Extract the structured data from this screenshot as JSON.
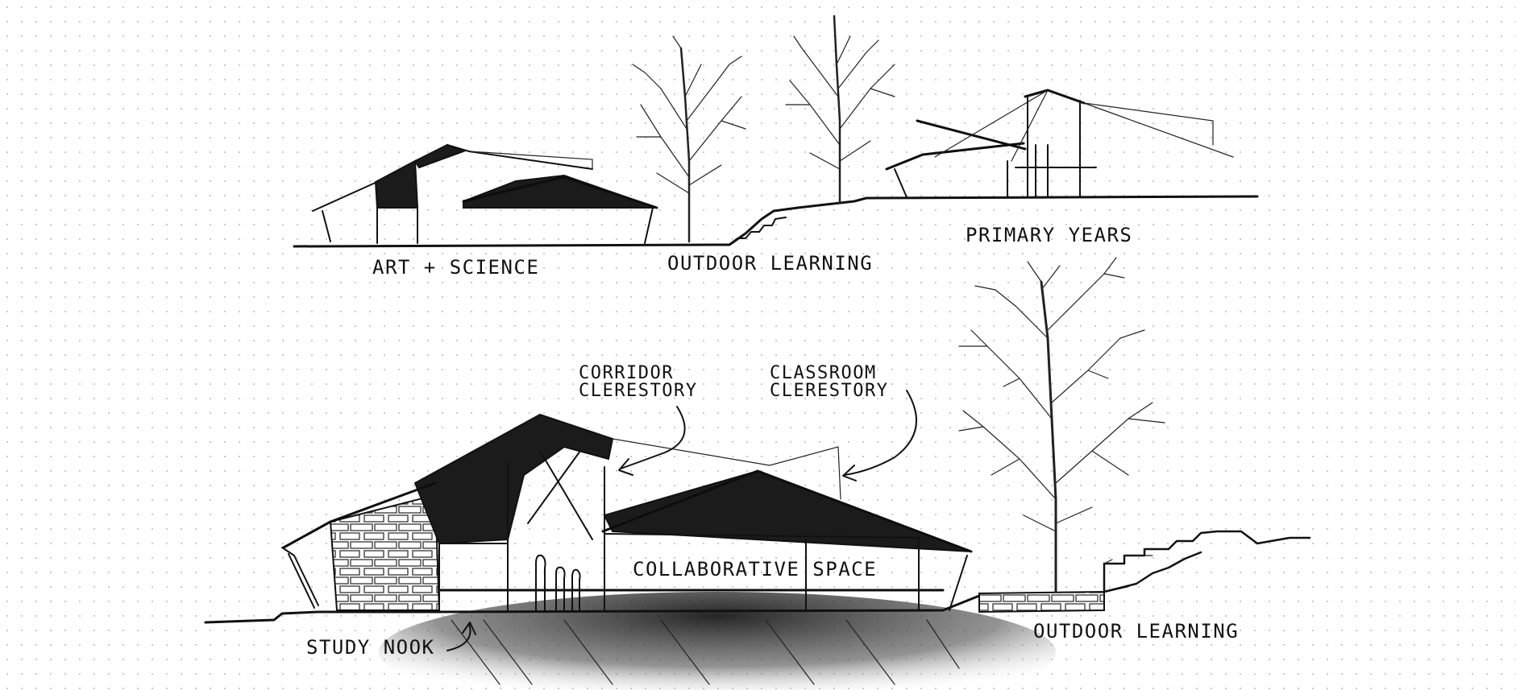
{
  "upper_section": {
    "labels": {
      "art_science": "ART + SCIENCE",
      "outdoor_learning": "OUTDOOR LEARNING",
      "primary_years": "PRIMARY YEARS"
    }
  },
  "lower_section": {
    "labels": {
      "corridor_clerestory_line1": "CORRIDOR",
      "corridor_clerestory_line2": "CLERESTORY",
      "classroom_clerestory_line1": "CLASSROOM",
      "classroom_clerestory_line2": "CLERESTORY",
      "collaborative_space": "COLLABORATIVE SPACE",
      "study_nook": "STUDY NOOK",
      "outdoor_learning": "OUTDOOR LEARNING"
    }
  },
  "colors": {
    "paper": "#ffffff",
    "ink": "#111111",
    "grid_dot": "#b9b9b9"
  }
}
